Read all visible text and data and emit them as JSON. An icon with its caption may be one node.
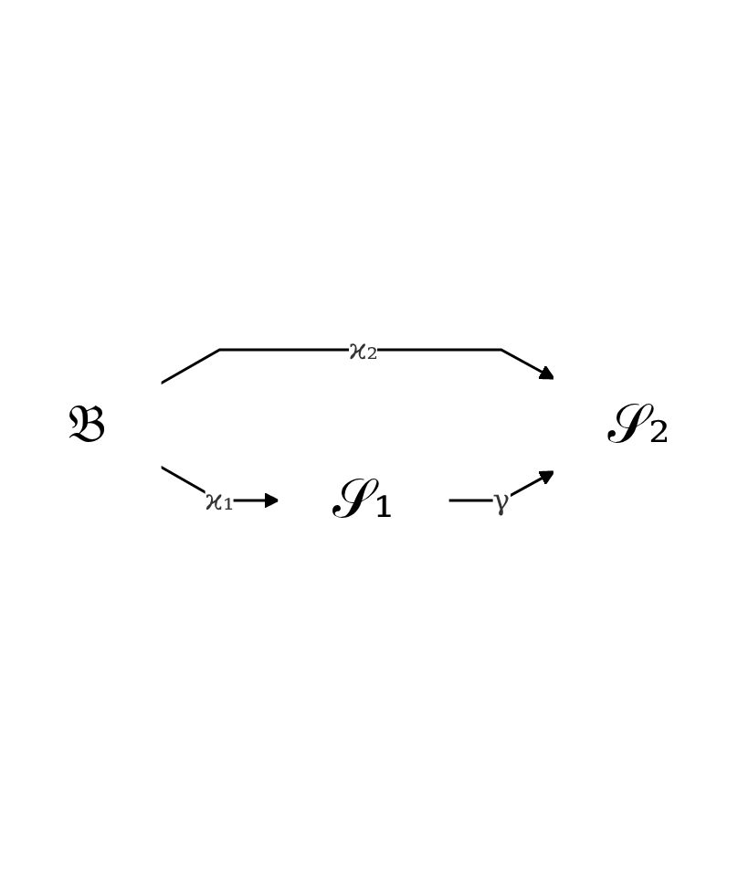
{
  "diagram": {
    "nodes": [
      {
        "text": [
          "𝔅"
        ]
      },
      {
        "text": [
          "𝒮₁"
        ]
      },
      {
        "text": [
          "𝒮₂"
        ]
      }
    ],
    "edges": [
      {
        "from": 0,
        "to": 1,
        "arrow": "to",
        "label": "ϰ₁"
      },
      {
        "from": 0,
        "to": 2,
        "arrow": "to",
        "label": "ϰ₂"
      },
      {
        "from": 1,
        "to": 2,
        "arrow": "to",
        "label": "γ"
      }
    ]
  }
}
